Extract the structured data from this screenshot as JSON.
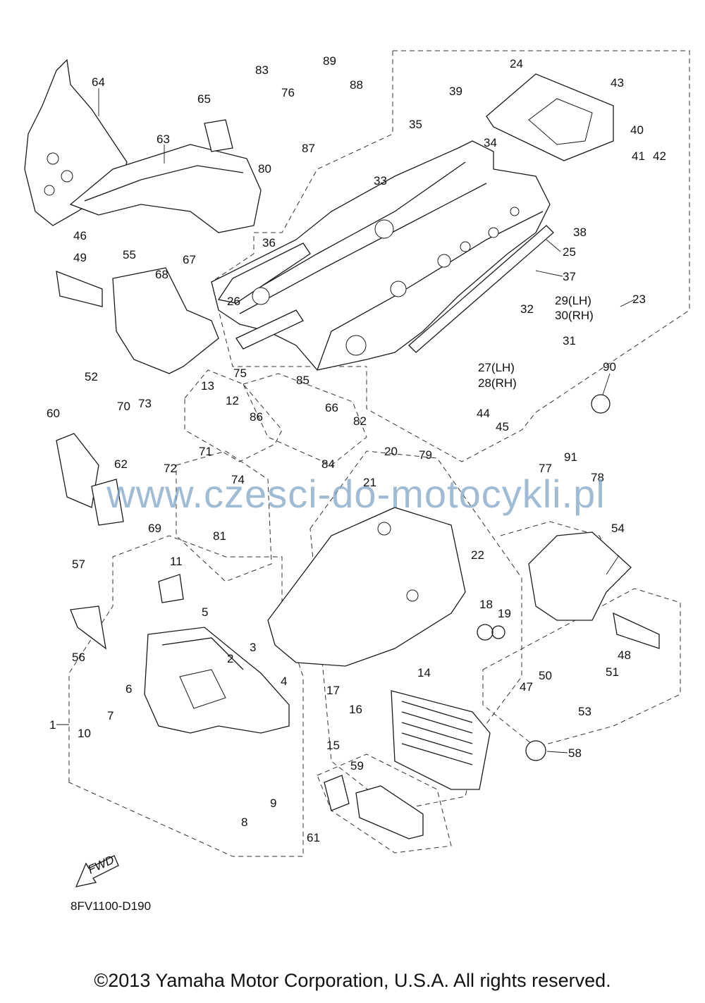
{
  "diagram": {
    "callouts": [
      "1",
      "2",
      "3",
      "4",
      "5",
      "6",
      "7",
      "8",
      "9",
      "10",
      "11",
      "12",
      "13",
      "14",
      "15",
      "16",
      "17",
      "18",
      "19",
      "20",
      "21",
      "22",
      "23",
      "24",
      "25",
      "26",
      "27(LH)",
      "28(RH)",
      "29(LH)",
      "30(RH)",
      "31",
      "32",
      "33",
      "34",
      "35",
      "36",
      "37",
      "38",
      "39",
      "40",
      "41",
      "42",
      "43",
      "44",
      "45",
      "46",
      "47",
      "48",
      "49",
      "50",
      "51",
      "52",
      "53",
      "54",
      "55",
      "56",
      "57",
      "58",
      "59",
      "60",
      "61",
      "62",
      "63",
      "64",
      "65",
      "66",
      "67",
      "68",
      "69",
      "70",
      "71",
      "72",
      "73",
      "74",
      "75",
      "76",
      "77",
      "78",
      "79",
      "80",
      "81",
      "82",
      "83",
      "84",
      "85",
      "86",
      "87",
      "88",
      "89",
      "90",
      "91"
    ],
    "fwd_label": "FWD",
    "reference_code": "8FV1100-D190",
    "watermark": "www.czesci-do-motocykli.pl",
    "copyright": "©2013 Yamaha Motor Corporation, U.S.A. All rights reserved."
  }
}
